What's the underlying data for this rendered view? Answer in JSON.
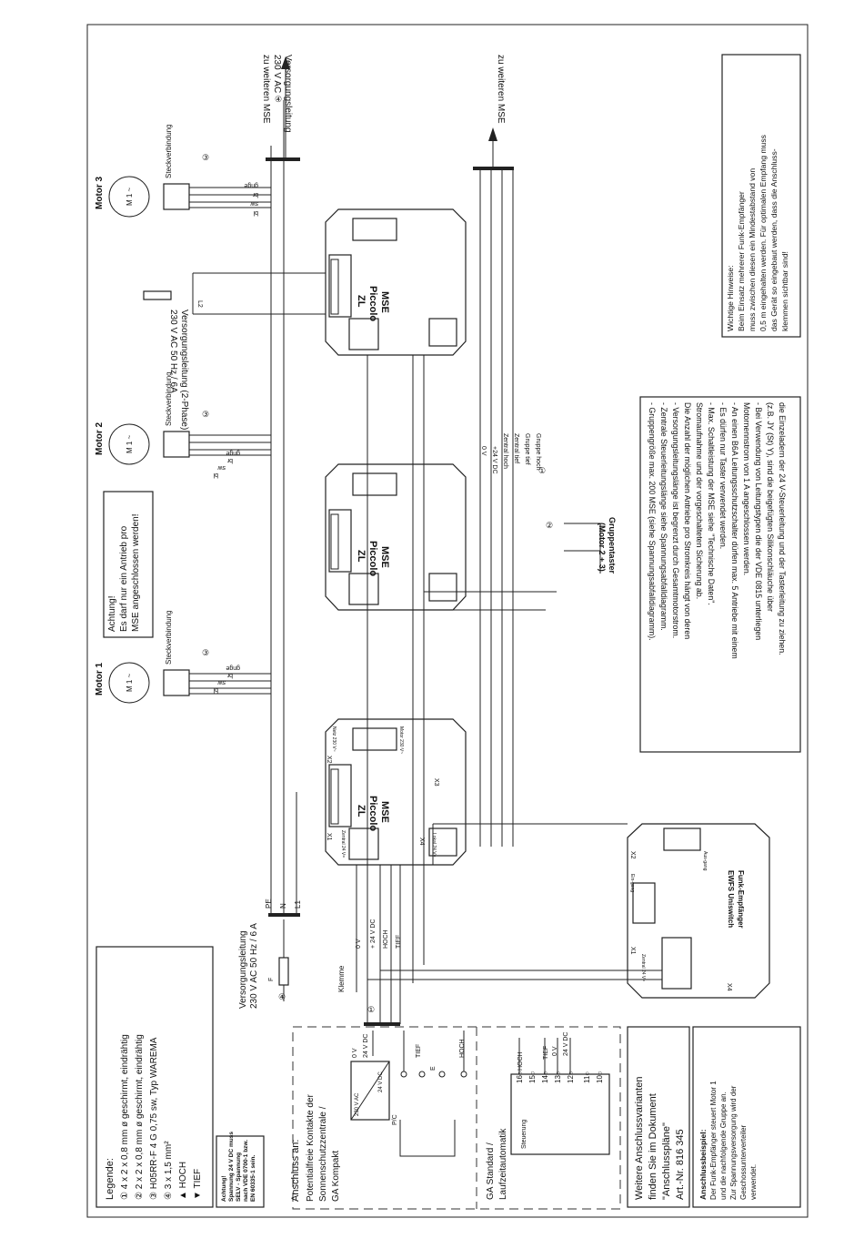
{
  "legend": {
    "title": "Legende:",
    "items": [
      "① 4 x 2 x 0,8 mm ø geschirmt, eindrähtig",
      "② 2 x 2 x 0,8 mm ø geschirmt, eindrähtig",
      "③ H05RR-F 4 G 0,75 sw, Typ WAREMA",
      "④ 3 x 1,5 mm²",
      "▲ HOCH",
      "▼ TIEF"
    ]
  },
  "selv_note": [
    "Achtung!",
    "Spannung 24 V DC muss",
    "SELV - Spannung",
    "nach VDE 0700-1 bzw.",
    "EN 60335-1 sein."
  ],
  "anschluss": {
    "title": "Anschluss an:",
    "lines": [
      "Potentialfreie Kontakte der",
      "Sonnenschutzzentrale /",
      "GA Kompakt"
    ],
    "labels": [
      "230 V AC",
      "24 V DC",
      "0 V",
      "24 V DC",
      "TIEF",
      "HOCH",
      "P/C",
      "E"
    ]
  },
  "ga_standard": {
    "lines": [
      "GA Standard /",
      "Laufzeitautomatik"
    ],
    "steuerung": "Steuerung",
    "terminals": [
      "16○",
      "15○",
      "14○",
      "13○",
      "12○",
      "11○",
      "10○"
    ],
    "labels": [
      "HOCH",
      "TIEF",
      "0 V",
      "24 V DC"
    ]
  },
  "variants": [
    "Weitere Anschlussvarianten",
    "finden Sie im Dokument",
    "\"Anschlusspläne\"",
    "Art.-Nr. 816 345"
  ],
  "example": {
    "title": "Anschlussbeispiel:",
    "lines": [
      "Der Funk-Empfänger steuert Motor 1",
      "und die nachfolgende Gruppe an.",
      "Zur Spannungsversorgung wird der",
      "Geschossunterverteiler",
      "verwendet."
    ]
  },
  "supply_left": [
    "Versorgungsleitung",
    "230 V AC 50 Hz / 6 A"
  ],
  "supply_mid": [
    "Versorgungsleitung (2-Phase)",
    "230 V AC 50 Hz / 6A"
  ],
  "supply_right": [
    "Versorgungsleitung",
    "230 V AC",
    "zu weiteren MSE"
  ],
  "to_more": "zu weiteren MSE",
  "klemme": "Klemme",
  "bus_labels": [
    "0 V",
    "+ 24 V DC",
    "HOCH",
    "TIEF"
  ],
  "group_bus_labels": [
    "0 V",
    "+24 V DC",
    "Zentral hoch",
    "Zentral tief",
    "Gruppe tief",
    "Gruppe hoch"
  ],
  "phase_labels": [
    "PE",
    "N",
    "L1",
    "L2",
    "F"
  ],
  "motors": [
    {
      "name": "Motor 1",
      "wires": [
        "bl",
        "sw",
        "br",
        "gnge"
      ]
    },
    {
      "name": "Motor 2",
      "wires": [
        "bl",
        "sw",
        "br",
        "gnge"
      ]
    },
    {
      "name": "Motor 3",
      "wires": [
        "bl",
        "sw",
        "br",
        "gnge"
      ]
    }
  ],
  "motor_symbol": "M 1 ~",
  "steckverbindung": "Steckverbindung",
  "mse_name": [
    "MSE",
    "Piccolo",
    "ZL"
  ],
  "mse_labels": [
    "X1",
    "X2",
    "X3",
    "X4",
    "Netz 230 V~",
    "Motor 230 V~",
    "Zentral 24 V=",
    "Lokal 24 V="
  ],
  "receiver": {
    "name": [
      "Funk-Empfänger",
      "EWFS Uniswitch"
    ],
    "labels": [
      "X1",
      "X2",
      "X4",
      "Ein-gang",
      "Aus-gang",
      "Zentral 24 V="
    ]
  },
  "warning": [
    "Achtung!",
    "Es darf nur ein Antrieb pro",
    "MSE angeschlossen werden!"
  ],
  "group_button": [
    "Gruppentaster",
    "(Motor 2 + 3)"
  ],
  "tech_notes": [
    "- Gruppengröße max. 200 MSE (siehe Spannungsabfalldiagramm).",
    "- Zentrale Steuerleitungslänge siehe Spannungsabfalldiagramm.",
    "- Versorgungsleitungslänge ist begrenzt durch Gesamtmotorstrom.",
    "  Die Anzahl der möglichen Antriebe pro Stromkreis hängt von deren",
    "  Stromaufnahme und der vorgeschalteten Sicherung ab.",
    "- Max. Schaltleistung der MSE siehe \"Technische Daten\".",
    "- Es dürfen nur Taster verwendet werden.",
    "- An einen B6A Leitungsschutzschalter dürfen max. 5 Antriebe mit einem",
    "  Motornennstrom von 1 A angeschlossen werden.",
    "- Bei Verwendung von Leitungstypen die der VDE 0815 unterliegen",
    "  (z.B. JY (St) Y), sind die beigefügten Silikonschläuche über",
    "  die Einzeladern der 24 V-Steuerleitung und der Tasterleitung zu ziehen."
  ],
  "radio_notes": [
    "Wichtige Hinweise:",
    "Beim Einsatz mehrerer Funk-Empfänger",
    "muss zwischen diesen ein Mindestabstand von",
    "0,5 m eingehalten werden. Für optimalen Empfang muss",
    "das Gerät so eingebaut werden, dass die Anschluss-",
    "klemmen sichtbar sind!"
  ]
}
